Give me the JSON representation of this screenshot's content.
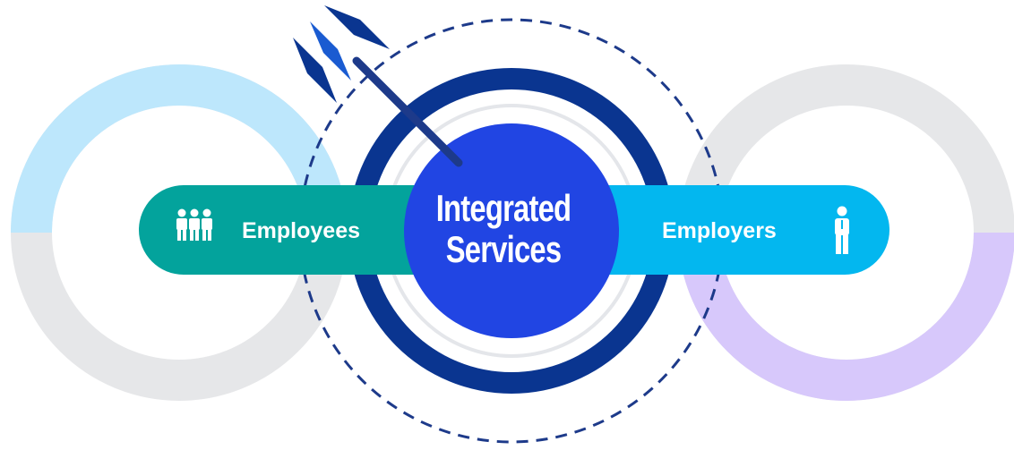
{
  "diagram": {
    "center": {
      "line1": "Integrated",
      "line2": "Services"
    },
    "left": {
      "label": "Employees",
      "icon": "group-of-people-icon"
    },
    "right": {
      "label": "Employers",
      "icon": "single-person-icon"
    },
    "colors": {
      "left_pill": "#03a39c",
      "right_pill": "#03b7ef",
      "center_circle": "#2145e3",
      "target_ring": "#0a3590",
      "left_ring_top": "#bde7fc",
      "right_ring_bottom": "#d7c8fb",
      "ring_gray": "#e6e7e9",
      "dashed_circle": "#1d3a8a"
    }
  }
}
